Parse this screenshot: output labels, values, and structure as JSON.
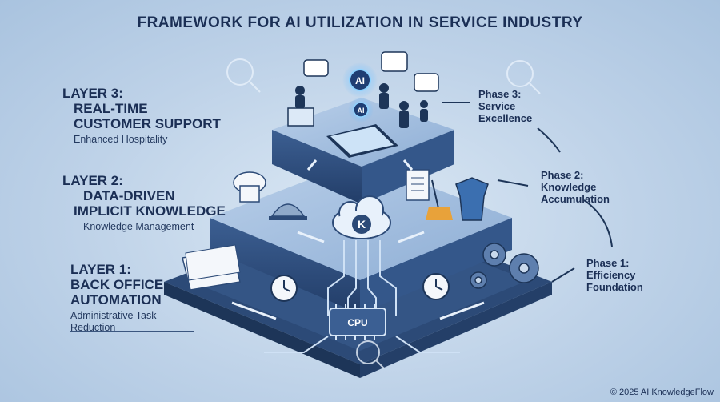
{
  "title": "FRAMEWORK FOR AI UTILIZATION IN SERVICE INDUSTRY",
  "layers": [
    {
      "heading_1": "LAYER 3:",
      "heading_2": "REAL-TIME",
      "heading_3": "CUSTOMER SUPPORT",
      "subtitle": "Enhanced Hospitality"
    },
    {
      "heading_1": "LAYER 2:",
      "heading_2": "DATA-DRIVEN",
      "heading_3": "IMPLICIT KNOWLEDGE",
      "subtitle": "Knowledge Management"
    },
    {
      "heading_1": "LAYER 1:",
      "heading_2": "BACK OFFICE",
      "heading_3": "AUTOMATION",
      "subtitle_1": "Administrative Task",
      "subtitle_2": "Reduction"
    }
  ],
  "phases": [
    {
      "line_1": "Phase 3:",
      "line_2": "Service",
      "line_3": "Excellence"
    },
    {
      "line_1": "Phase 2:",
      "line_2": "Knowledge",
      "line_3": "Accumulation"
    },
    {
      "line_1": "Phase 1:",
      "line_2": "Efficiency",
      "line_3": "Foundation"
    }
  ],
  "chips": {
    "top_ai": "AI",
    "mid_ai": "AI",
    "cloud": "K",
    "cpu": "CPU"
  },
  "copyright": "© 2025 AI KnowledgeFlow",
  "colors": {
    "dark_navy": "#1b2f55",
    "platform_dark": "#2c4a77",
    "platform_mid": "#4f72a3",
    "platform_light": "#a9c2e0",
    "accent_glow": "#5fb7ff"
  }
}
